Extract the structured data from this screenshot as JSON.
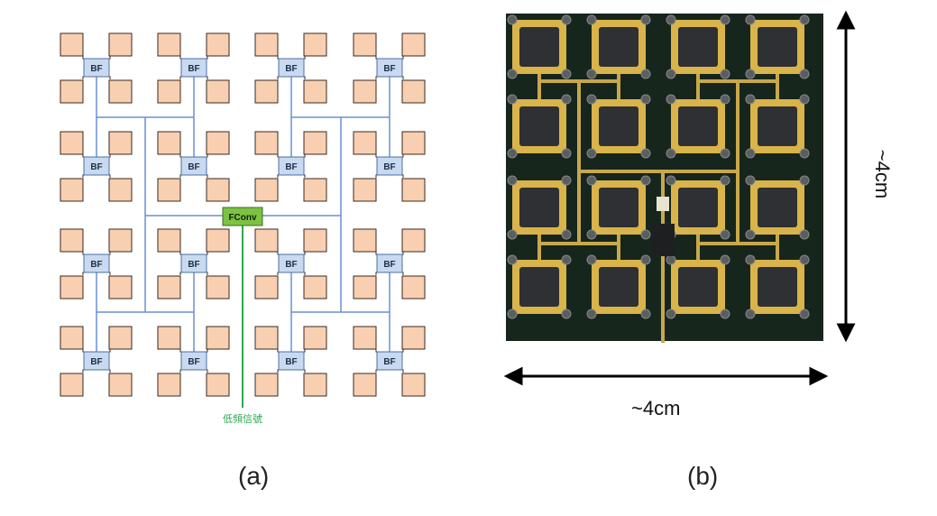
{
  "panel_a": {
    "caption": "(a)",
    "beamformer_label": "BF",
    "converter_label": "FConv",
    "signal_label": "低頻信號",
    "grid_rows": 4,
    "grid_cols": 4,
    "colors": {
      "patch_fill": "#f8cfb0",
      "patch_stroke": "#3a2a20",
      "bf_fill": "#c9daf0",
      "bf_stroke": "#4a6fa5",
      "feed_line": "#6b8fd6",
      "converter_fill": "#7dc242",
      "signal_line": "#2fa84f",
      "signal_text": "#2fa84f"
    }
  },
  "panel_b": {
    "caption": "(b)",
    "width_label": "~4cm",
    "height_label": "~4cm",
    "colors": {
      "board": "#16261c",
      "pad": "#d9b44a",
      "chip": "#2e3033",
      "trace": "#c8a84a"
    }
  }
}
